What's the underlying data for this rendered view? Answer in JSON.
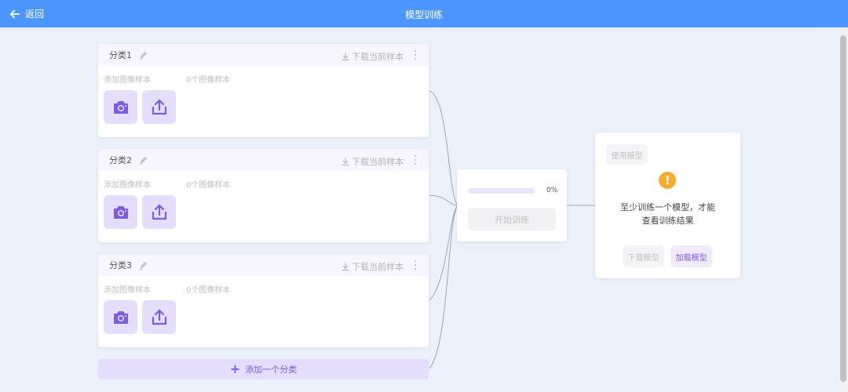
{
  "header": {
    "back_label": "返回",
    "title": "模型训练"
  },
  "categories": [
    {
      "name": "分类1",
      "download_label": "下载当前样本",
      "add_label": "添加图像样本",
      "count_label": "0个图像样本"
    },
    {
      "name": "分类2",
      "download_label": "下载当前样本",
      "add_label": "添加图像样本",
      "count_label": "0个图像样本"
    },
    {
      "name": "分类3",
      "download_label": "下载当前样本",
      "add_label": "添加图像样本",
      "count_label": "0个图像样本"
    }
  ],
  "add_category_label": "添加一个分类",
  "training": {
    "progress": 0,
    "progress_label": "0%",
    "start_label": "开始训练"
  },
  "result": {
    "use_model_label": "使用模型",
    "message_line1": "至少训练一个模型，才能",
    "message_line2": "查看训练结果",
    "download_model_label": "下载模型",
    "load_model_label": "加载模型"
  },
  "icons": {
    "back": "arrow-left-icon",
    "edit": "pencil-icon",
    "download": "download-icon",
    "more": "more-vertical-icon",
    "camera": "camera-icon",
    "upload": "upload-icon",
    "add": "plus-icon",
    "warning": "warning-icon"
  },
  "colors": {
    "header": "#4c97ff",
    "background": "#eaf1fb",
    "accent": "#7c5ce0",
    "warning": "#f6ad2e"
  }
}
